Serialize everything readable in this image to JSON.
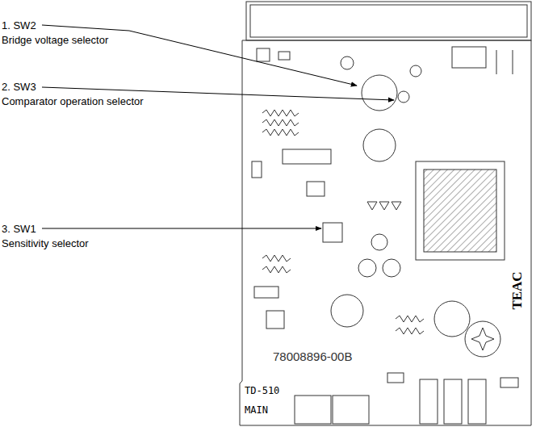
{
  "diagram": {
    "labels": [
      "1. SW2",
      "Bridge voltage selector",
      "2. SW3",
      "Comparator operation selector",
      "3. SW1",
      "Sensitivity selector",
      "78008896-00B",
      "TEAC",
      "TD-510",
      "MAIN"
    ]
  }
}
